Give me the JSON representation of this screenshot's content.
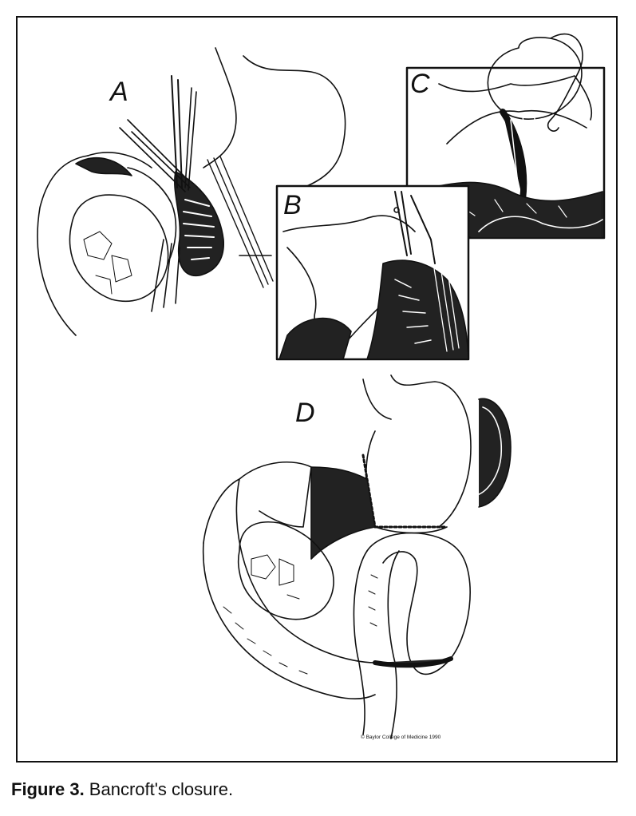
{
  "figure": {
    "panel_labels": {
      "a": "A",
      "b": "B",
      "c": "C",
      "d": "D"
    },
    "copyright": "© Baylor College of Medicine 1990",
    "caption_bold": "Figure 3.",
    "caption_text": " Bancroft's closure."
  },
  "colors": {
    "ink": "#111111",
    "paper": "#ffffff",
    "shade": "#222222"
  }
}
